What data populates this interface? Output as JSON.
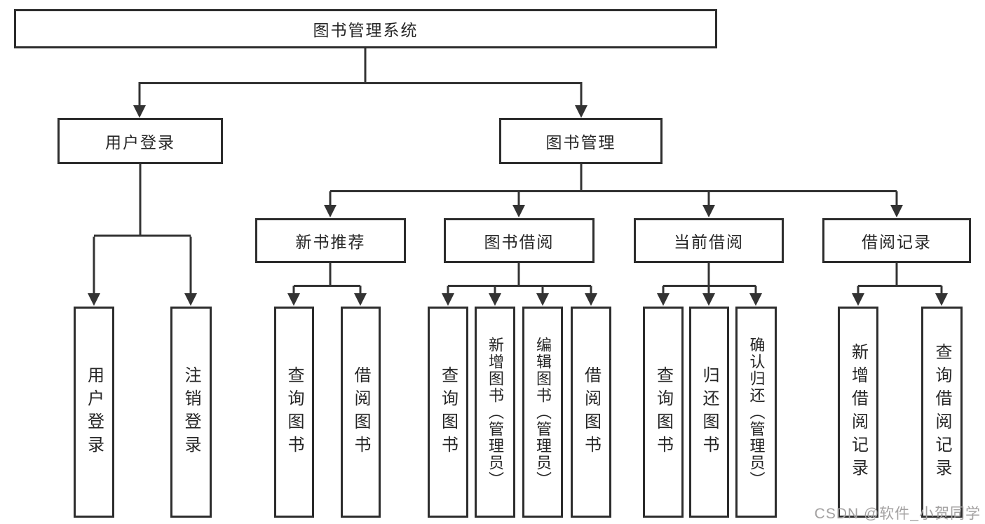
{
  "diagram": {
    "root": {
      "label": "图书管理系统"
    },
    "level2": [
      {
        "label": "用户登录"
      },
      {
        "label": "图书管理"
      }
    ],
    "level3": [
      {
        "label": "新书推荐"
      },
      {
        "label": "图书借阅"
      },
      {
        "label": "当前借阅"
      },
      {
        "label": "借阅记录"
      }
    ],
    "leaves": {
      "user": [
        "用户登录",
        "注销登录"
      ],
      "recommend": [
        "查询图书",
        "借阅图书"
      ],
      "borrow": [
        "查询图书",
        "新增图书（管理员）",
        "编辑图书（管理员）",
        "借阅图书"
      ],
      "current": [
        "查询图书",
        "归还图书",
        "确认归还（管理员）"
      ],
      "records": [
        "新增借阅记录",
        "查询借阅记录"
      ]
    }
  },
  "watermark": {
    "text": "CSDN @软件_小贺同学"
  },
  "colors": {
    "line": "#333333",
    "border": "#2d2d2d",
    "text": "#262626",
    "background": "#ffffff",
    "watermark": "#a3a1a1"
  }
}
